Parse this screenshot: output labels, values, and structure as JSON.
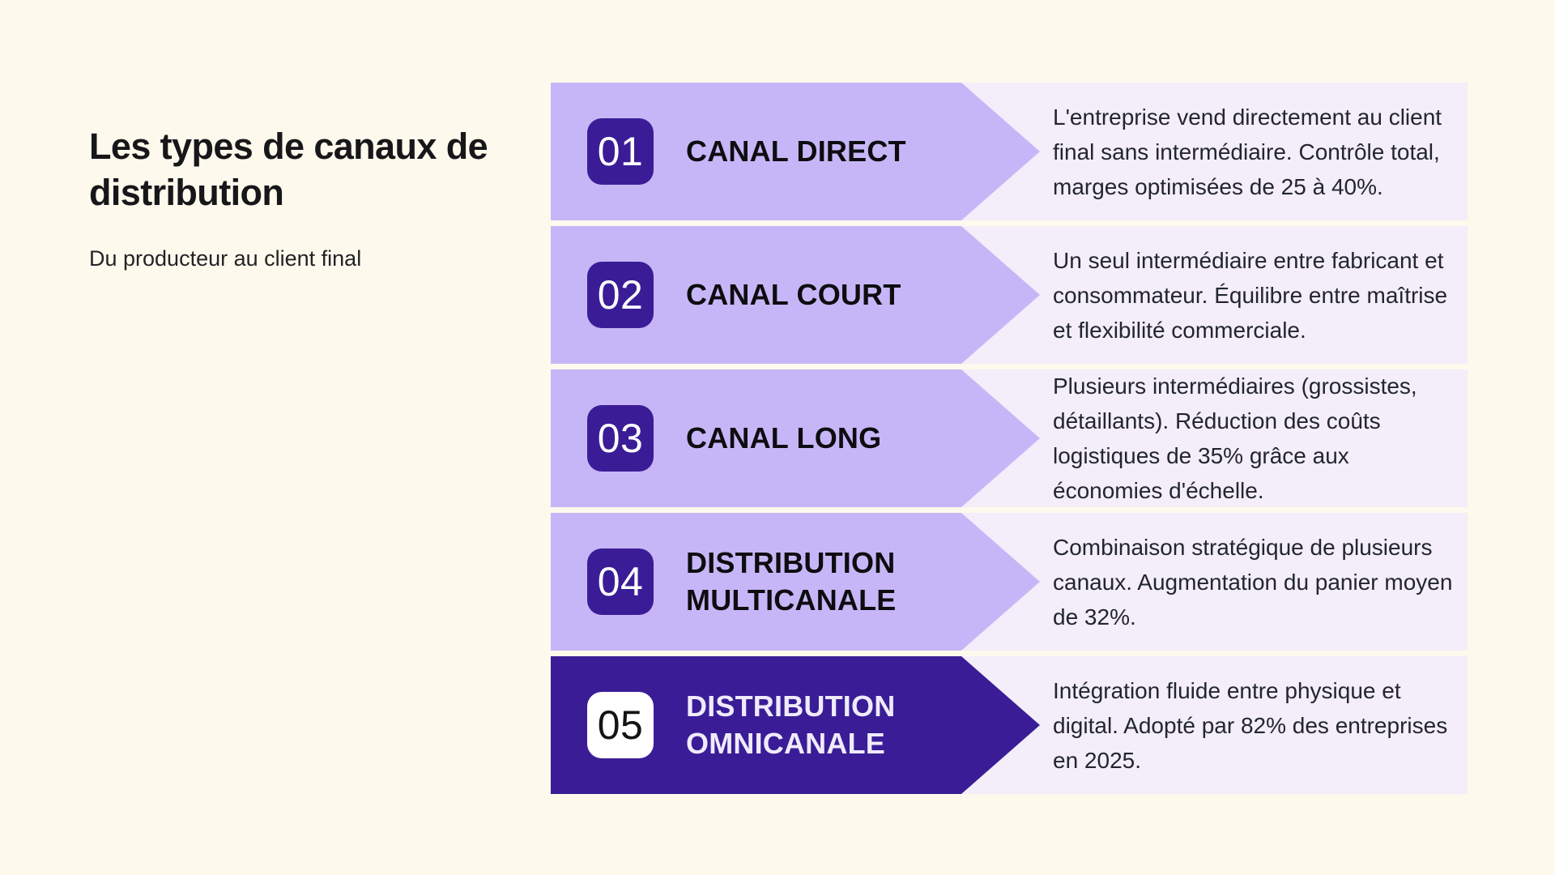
{
  "header": {
    "title": "Les types de canaux de distribution",
    "subtitle": "Du producteur au client final"
  },
  "colors": {
    "page_background": "#FDF9EC",
    "arrow_light_purple": "#C7B6F7",
    "accent_dark_purple": "#3A1D96",
    "description_panel": "#F3EEFA",
    "title_text": "#17171A",
    "description_text": "#23262E"
  },
  "channels": [
    {
      "number": "01",
      "title": "CANAL DIRECT",
      "description": "L'entreprise vend directement au client final sans intermédiaire. Contrôle total, marges optimisées de 25 à 40%.",
      "highlighted": false
    },
    {
      "number": "02",
      "title": "CANAL COURT",
      "description": "Un seul intermédiaire entre fabricant et consommateur. Équilibre entre maîtrise et flexibilité commerciale.",
      "highlighted": false
    },
    {
      "number": "03",
      "title": "CANAL LONG",
      "description": "Plusieurs intermédiaires (grossistes, détaillants). Réduction des coûts logistiques de 35% grâce aux économies d'échelle.",
      "highlighted": false
    },
    {
      "number": "04",
      "title": "DISTRIBUTION MULTICANALE",
      "description": "Combinaison stratégique de plusieurs canaux. Augmentation du panier moyen de 32%.",
      "highlighted": false
    },
    {
      "number": "05",
      "title": "DISTRIBUTION OMNICANALE",
      "description": "Intégration fluide entre physique et digital. Adopté par 82% des entreprises en 2025.",
      "highlighted": true
    }
  ]
}
